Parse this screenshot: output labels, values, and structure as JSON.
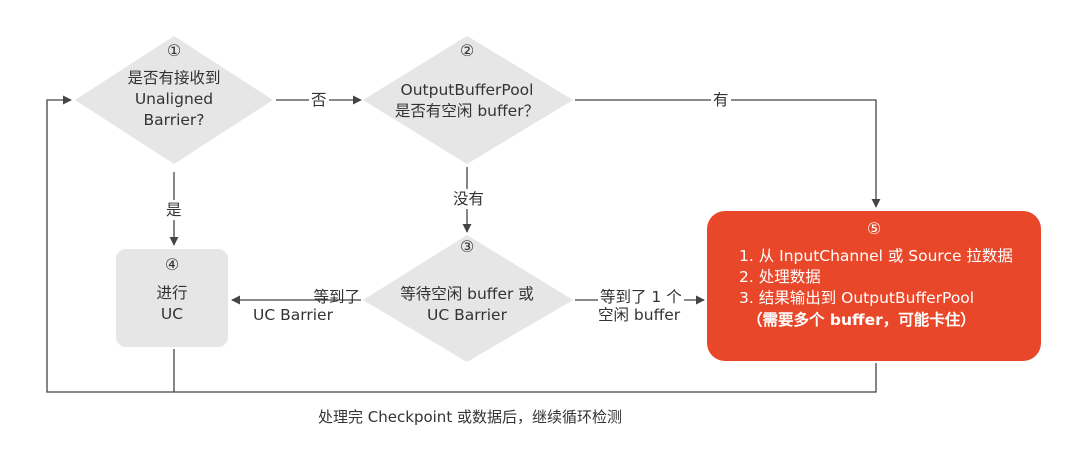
{
  "nodes": {
    "d1": {
      "num": "①",
      "lines": [
        "是否有接收到",
        "Unaligned",
        "Barrier?"
      ]
    },
    "d2": {
      "num": "②",
      "lines": [
        "OutputBufferPool",
        "是否有空闲 buffer？"
      ]
    },
    "d3": {
      "num": "③",
      "lines": [
        "等待空闲 buffer 或",
        "UC Barrier"
      ]
    },
    "b4": {
      "num": "④",
      "lines": [
        "进行",
        "UC"
      ]
    },
    "b5": {
      "num": "⑤",
      "items": [
        "1. 从 InputChannel 或 Source 拉数据",
        "2. 处理数据",
        "3. 结果输出到 OutputBufferPool",
        "（需要多个 buffer，可能卡住）"
      ]
    }
  },
  "edges": {
    "no": "否",
    "yes": "是",
    "have": "有",
    "none": "没有",
    "got_uc": [
      "等到了",
      "UC Barrier"
    ],
    "got_buf": [
      "等到了 1 个",
      "空闲 buffer"
    ]
  },
  "caption": "处理完 Checkpoint 或数据后，继续循环检测",
  "colors": {
    "diamond": "#e6e6e6",
    "box": "#e6e6e6",
    "accent": "#e8472a",
    "line": "#444444",
    "text": "#333333"
  }
}
